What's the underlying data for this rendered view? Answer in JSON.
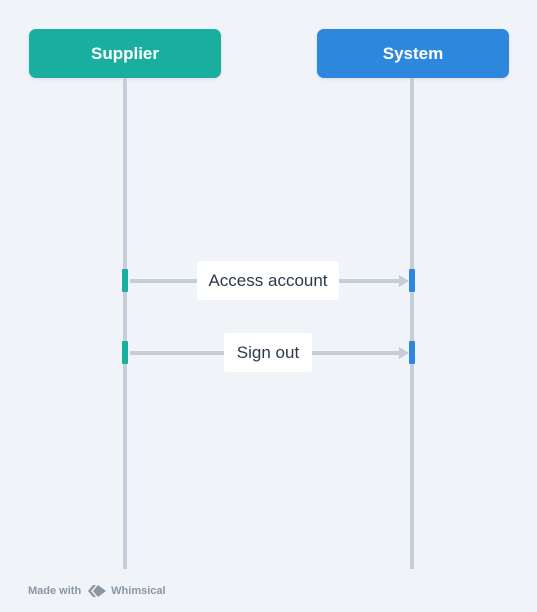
{
  "actors": {
    "supplier": {
      "label": "Supplier",
      "color": "#1aae9f"
    },
    "system": {
      "label": "System",
      "color": "#2d87dd"
    }
  },
  "messages": [
    {
      "label": "Access account"
    },
    {
      "label": "Sign out"
    }
  ],
  "colors": {
    "background": "#f0f3f7",
    "lifeline": "#c5ced7",
    "label_text": "#2b3a4a"
  },
  "footer": {
    "made_with": "Made with",
    "brand": "Whimsical",
    "icon": "whimsical-logo-icon"
  }
}
